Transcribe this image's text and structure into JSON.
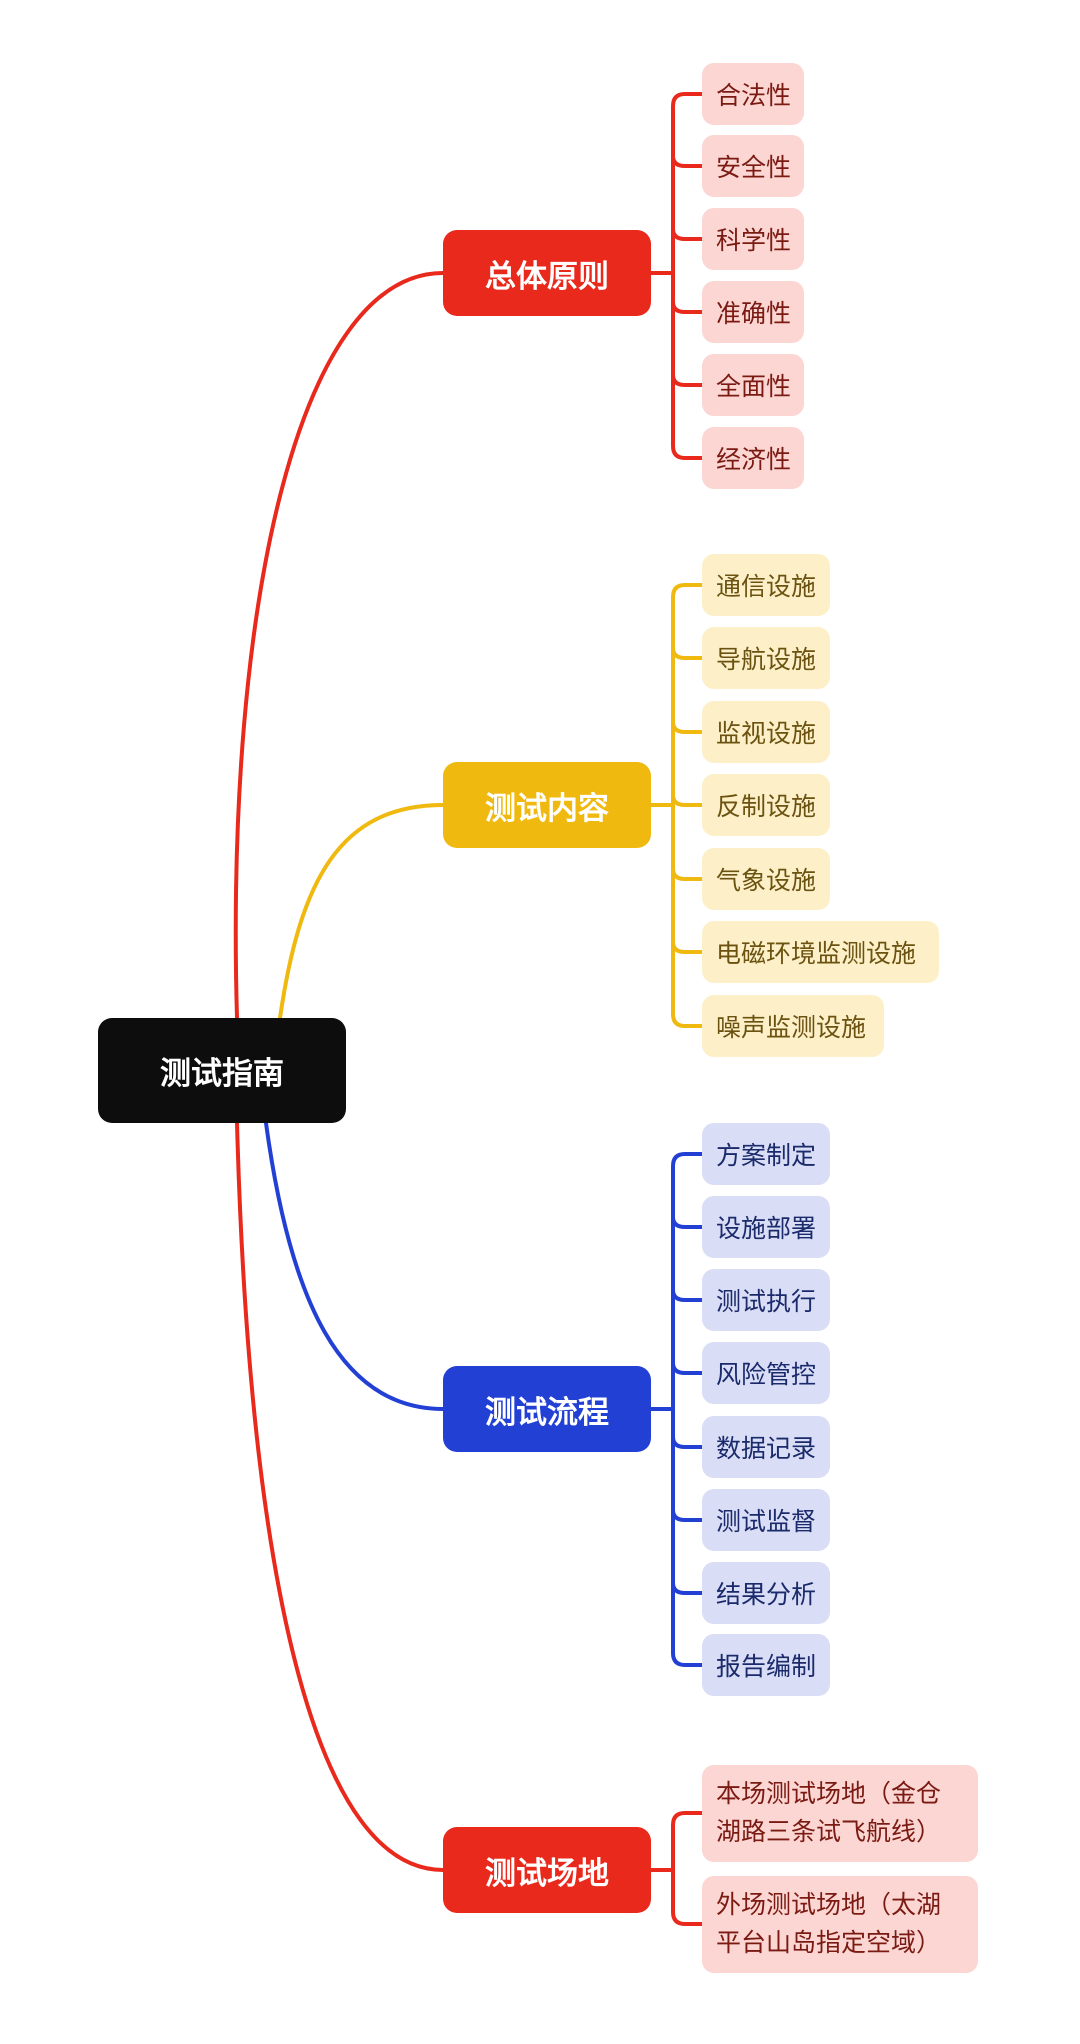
{
  "root": {
    "label": "测试指南"
  },
  "branches": [
    {
      "label": "总体原则",
      "color": "#e8291c",
      "items": [
        "合法性",
        "安全性",
        "科学性",
        "准确性",
        "全面性",
        "经济性"
      ]
    },
    {
      "label": "测试内容",
      "color": "#f0b90f",
      "items": [
        "通信设施",
        "导航设施",
        "监视设施",
        "反制设施",
        "气象设施",
        "电磁环境监测设施",
        "噪声监测设施"
      ]
    },
    {
      "label": "测试流程",
      "color": "#2340d4",
      "items": [
        "方案制定",
        "设施部署",
        "测试执行",
        "风险管控",
        "数据记录",
        "测试监督",
        "结果分析",
        "报告编制"
      ]
    },
    {
      "label": "测试场地",
      "color": "#e8291c",
      "items": [
        "本场测试场地（金仓湖路三条试飞航线）",
        "外场测试场地（太湖平台山岛指定空域）"
      ]
    }
  ]
}
